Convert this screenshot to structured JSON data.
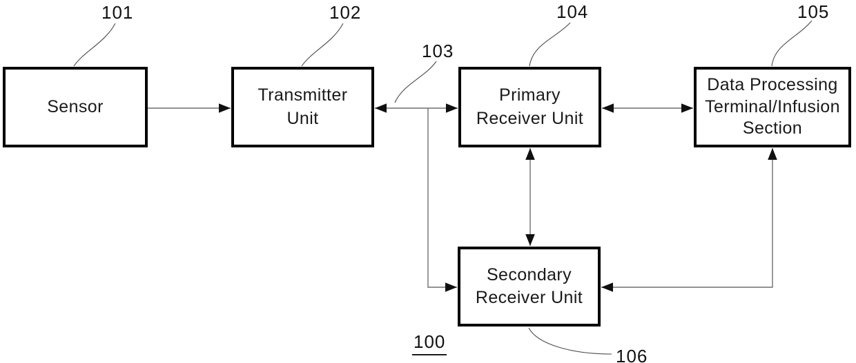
{
  "figure": {
    "ref": "100"
  },
  "nodes": {
    "sensor": {
      "ref": "101",
      "label": "Sensor",
      "lines": [
        "Sensor"
      ]
    },
    "transmitter": {
      "ref": "102",
      "label": "Transmitter Unit",
      "lines": [
        "Transmitter",
        "Unit"
      ]
    },
    "primary": {
      "ref": "104",
      "label": "Primary Receiver Unit",
      "lines": [
        "Primary",
        "Receiver Unit"
      ]
    },
    "dataproc": {
      "ref": "105",
      "label": "Data Processing Terminal/Infusion Section",
      "lines": [
        "Data Processing",
        "Terminal/Infusion",
        "Section"
      ]
    },
    "secondary": {
      "ref": "106",
      "label": "Secondary Receiver Unit",
      "lines": [
        "Secondary",
        "Receiver Unit"
      ]
    }
  },
  "link": {
    "ref": "103"
  },
  "edges": [
    {
      "from": "sensor",
      "to": "transmitter",
      "bidirectional": false
    },
    {
      "from": "transmitter",
      "to": "primary",
      "bidirectional": true,
      "ref": "103"
    },
    {
      "from": "primary",
      "to": "dataproc",
      "bidirectional": true
    },
    {
      "from": "primary",
      "to": "secondary",
      "bidirectional": true
    },
    {
      "from": "link-103-junction",
      "to": "secondary",
      "bidirectional": false
    },
    {
      "from": "secondary",
      "to": "dataproc",
      "bidirectional": true
    }
  ],
  "colors": {
    "background": "#ffffff",
    "box_border": "#000000",
    "line": "#6e6e6e",
    "text": "#1a1a1a"
  }
}
